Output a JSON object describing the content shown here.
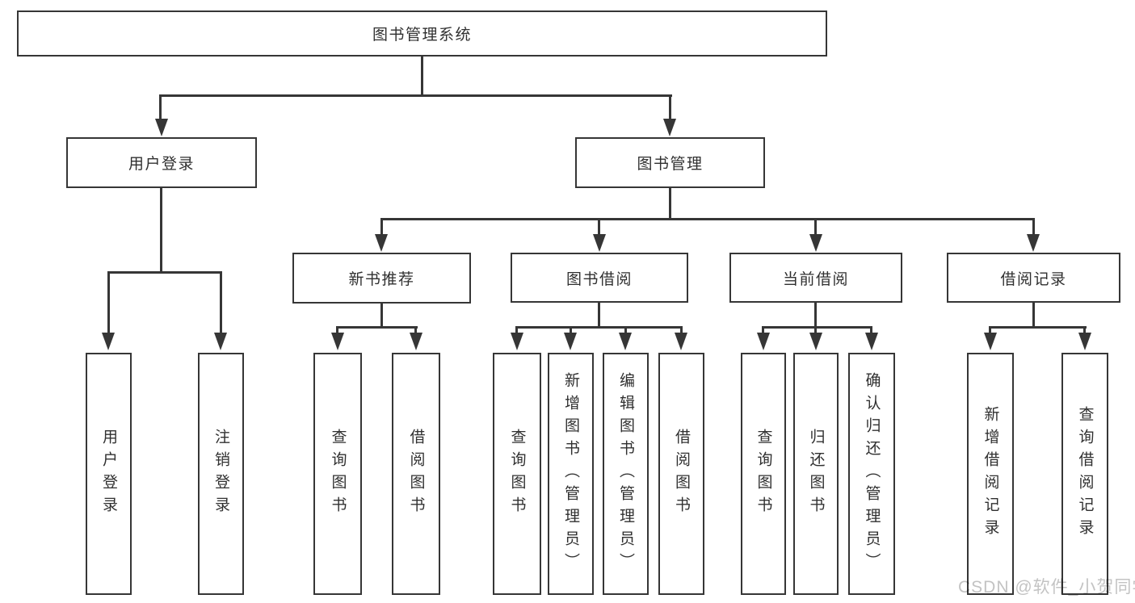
{
  "nodes": {
    "root": {
      "label": "图书管理系统"
    },
    "branches": [
      {
        "label": "用户登录"
      },
      {
        "label": "图书管理"
      }
    ],
    "modules": [
      {
        "label": "新书推荐"
      },
      {
        "label": "图书借阅"
      },
      {
        "label": "当前借阅"
      },
      {
        "label": "借阅记录"
      }
    ],
    "leaves": [
      {
        "label": "用户登录"
      },
      {
        "label": "注销登录"
      },
      {
        "label": "查询图书"
      },
      {
        "label": "借阅图书"
      },
      {
        "label": "查询图书"
      },
      {
        "label": "新增图书（管理员）"
      },
      {
        "label": "编辑图书（管理员）"
      },
      {
        "label": "借阅图书"
      },
      {
        "label": "查询图书"
      },
      {
        "label": "归还图书"
      },
      {
        "label": "确认归还（管理员）"
      },
      {
        "label": "新增借阅记录"
      },
      {
        "label": "查询借阅记录"
      }
    ]
  },
  "watermark": {
    "text": "CSDN @软件_小贺同学"
  },
  "colors": {
    "line": "#363636",
    "text": "#303030",
    "box_background": "#ffffff",
    "page_background": "#ffffff",
    "watermark": "#c3c3c3"
  }
}
